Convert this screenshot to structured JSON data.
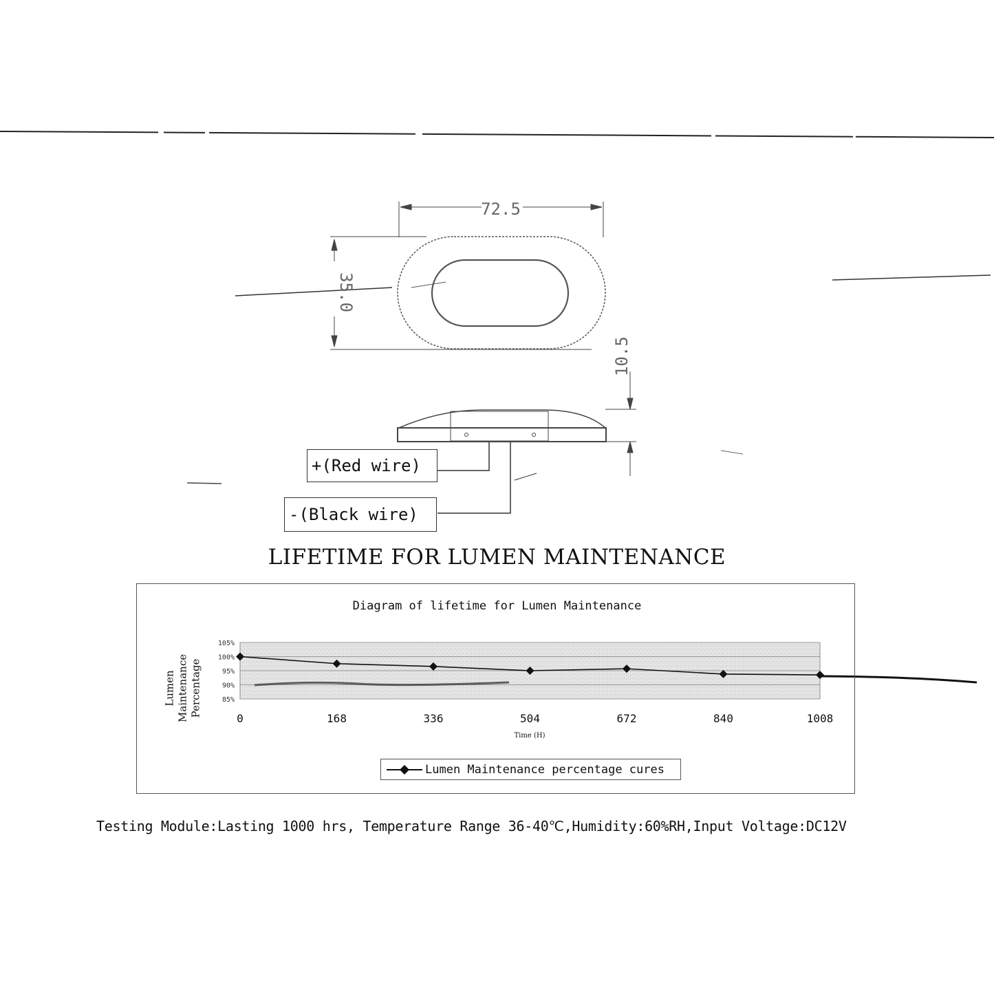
{
  "drawing": {
    "width_dim": "72.5",
    "height_dim": "35.0",
    "thickness_dim": "10.5",
    "positive_wire": "+(Red wire)",
    "negative_wire": "-(Black wire)"
  },
  "section_title": "LIFETIME FOR LUMEN MAINTENANCE",
  "footer_note": "Testing Module:Lasting 1000 hrs, Temperature Range 36-40℃,Humidity:60%RH,Input Voltage:DC12V",
  "chart_data": {
    "type": "line",
    "title": "Diagram of lifetime for Lumen Maintenance",
    "xlabel": "Time (H)",
    "ylabel": "Lumen Maintenance Percentage",
    "x": [
      0,
      168,
      336,
      504,
      672,
      840,
      1008
    ],
    "x_tick_labels": [
      "0",
      "168",
      "336",
      "504",
      "672",
      "840",
      "1008"
    ],
    "y_tick_labels": [
      "105%",
      "100%",
      "95%",
      "90%",
      "85%"
    ],
    "ylim": [
      85,
      105
    ],
    "series": [
      {
        "name": "Lumen Maintenance percentage cures",
        "values": [
          100,
          97.5,
          96.5,
          95,
          95.7,
          93.8,
          93.5
        ],
        "marker": "diamond",
        "color": "#111111"
      }
    ],
    "grid": true,
    "legend_position": "bottom-center"
  }
}
